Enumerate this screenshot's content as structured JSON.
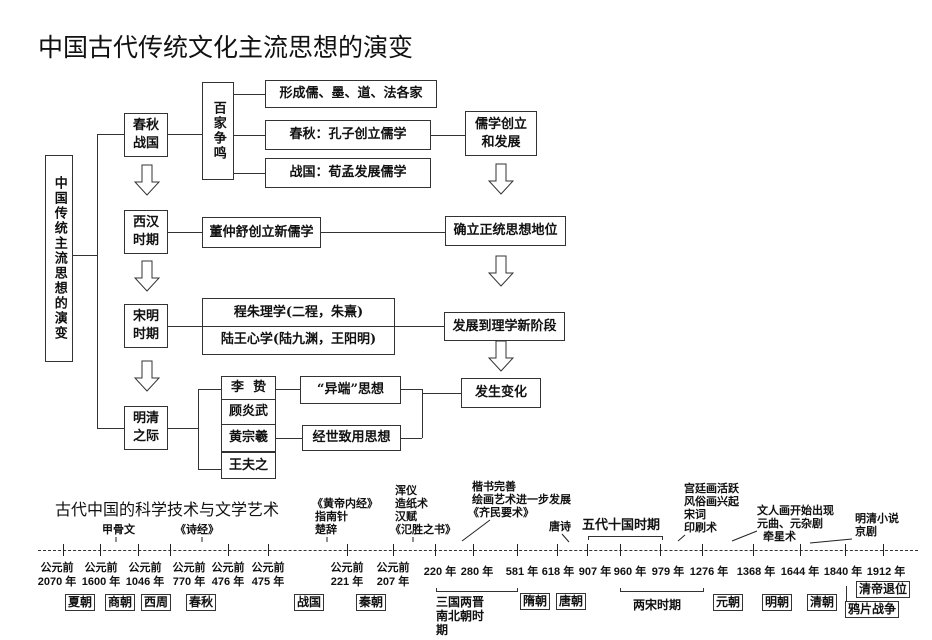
{
  "title": "中国古代传统文化主流思想的演变",
  "diagram": {
    "root": "中国传统主流思想的演变",
    "periods": [
      "春秋战国",
      "西汉时期",
      "宋明时期",
      "明清之际"
    ],
    "baijia": "百家争鸣",
    "baijia_items": [
      "形成儒、墨、道、法各家",
      "春秋：孔子创立儒学",
      "战国：荀孟发展儒学"
    ],
    "xihan_item": "董仲舒创立新儒学",
    "songming_items": [
      "程朱理学(二程，朱熹)",
      "陆王心学(陆九渊，王阳明)"
    ],
    "mingqing_people": [
      "李  贽",
      "顾炎武",
      "黄宗羲",
      "王夫之"
    ],
    "mingqing_thoughts": [
      "“异端”思想",
      "经世致用思想"
    ],
    "outcomes": [
      "儒学创立和发展",
      "确立正统思想地位",
      "发展到理学新阶段",
      "发生变化"
    ]
  },
  "timeline": {
    "heading": "古代中国的科学技术与文学艺术",
    "bc_prefix": "公元前",
    "bc_years": [
      "2070 年",
      "1600 年",
      "1046 年",
      "770 年",
      "476 年",
      "475 年",
      "221 年",
      "207 年"
    ],
    "ad_years": [
      "220 年",
      "280 年",
      "581 年",
      "618 年",
      "907 年",
      "960 年",
      "979 年",
      "1276 年",
      "1368 年",
      "1644 年",
      "1840 年",
      "1912 年"
    ],
    "dynasties": [
      "夏朝",
      "商朝",
      "西周",
      "春秋",
      "战国",
      "秦朝",
      "三国两晋南北朝时期",
      "隋朝",
      "唐朝",
      "五代十国时期",
      "两宋时期",
      "元朝",
      "明朝",
      "清朝",
      "清帝退位",
      "鸦片战争"
    ],
    "achievements": {
      "jiaguwen": "甲骨文",
      "shijing": "《诗经》",
      "zhanguo": [
        "《黄帝内经》",
        "指南针",
        "楚辞"
      ],
      "han": [
        "浑仪",
        "造纸术",
        "汉赋",
        "《氾胜之书》"
      ],
      "weijin": [
        "楷书完善",
        "绘画艺术进一步发展",
        "《齐民要术》"
      ],
      "tang": "唐诗",
      "song": [
        "宫廷画活跃",
        "风俗画兴起",
        "宋词",
        "印刷术"
      ],
      "yuan": [
        "文人画开始出现",
        "元曲、元杂剧"
      ],
      "ming": "牵星术",
      "qing": [
        "明清小说",
        "京剧"
      ]
    }
  }
}
